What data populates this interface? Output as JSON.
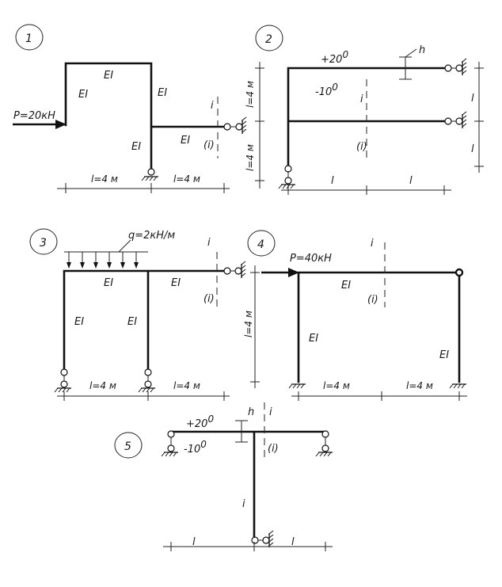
{
  "problem_numbers": [
    "1",
    "2",
    "3",
    "4",
    "5"
  ],
  "labels": {
    "stiffness": "EI",
    "span_4m": "l=4 м",
    "height_4m": "l=4 м",
    "span_l": "l",
    "section_i": "i",
    "section_i_paren": "(i)",
    "thickness_h": "h",
    "force_p20": "P=20кН",
    "force_p40": "P=40кН",
    "load_q2": "q=2кН/м",
    "temp_plus20": "+20",
    "temp_minus10": "-10",
    "degree": "0"
  }
}
